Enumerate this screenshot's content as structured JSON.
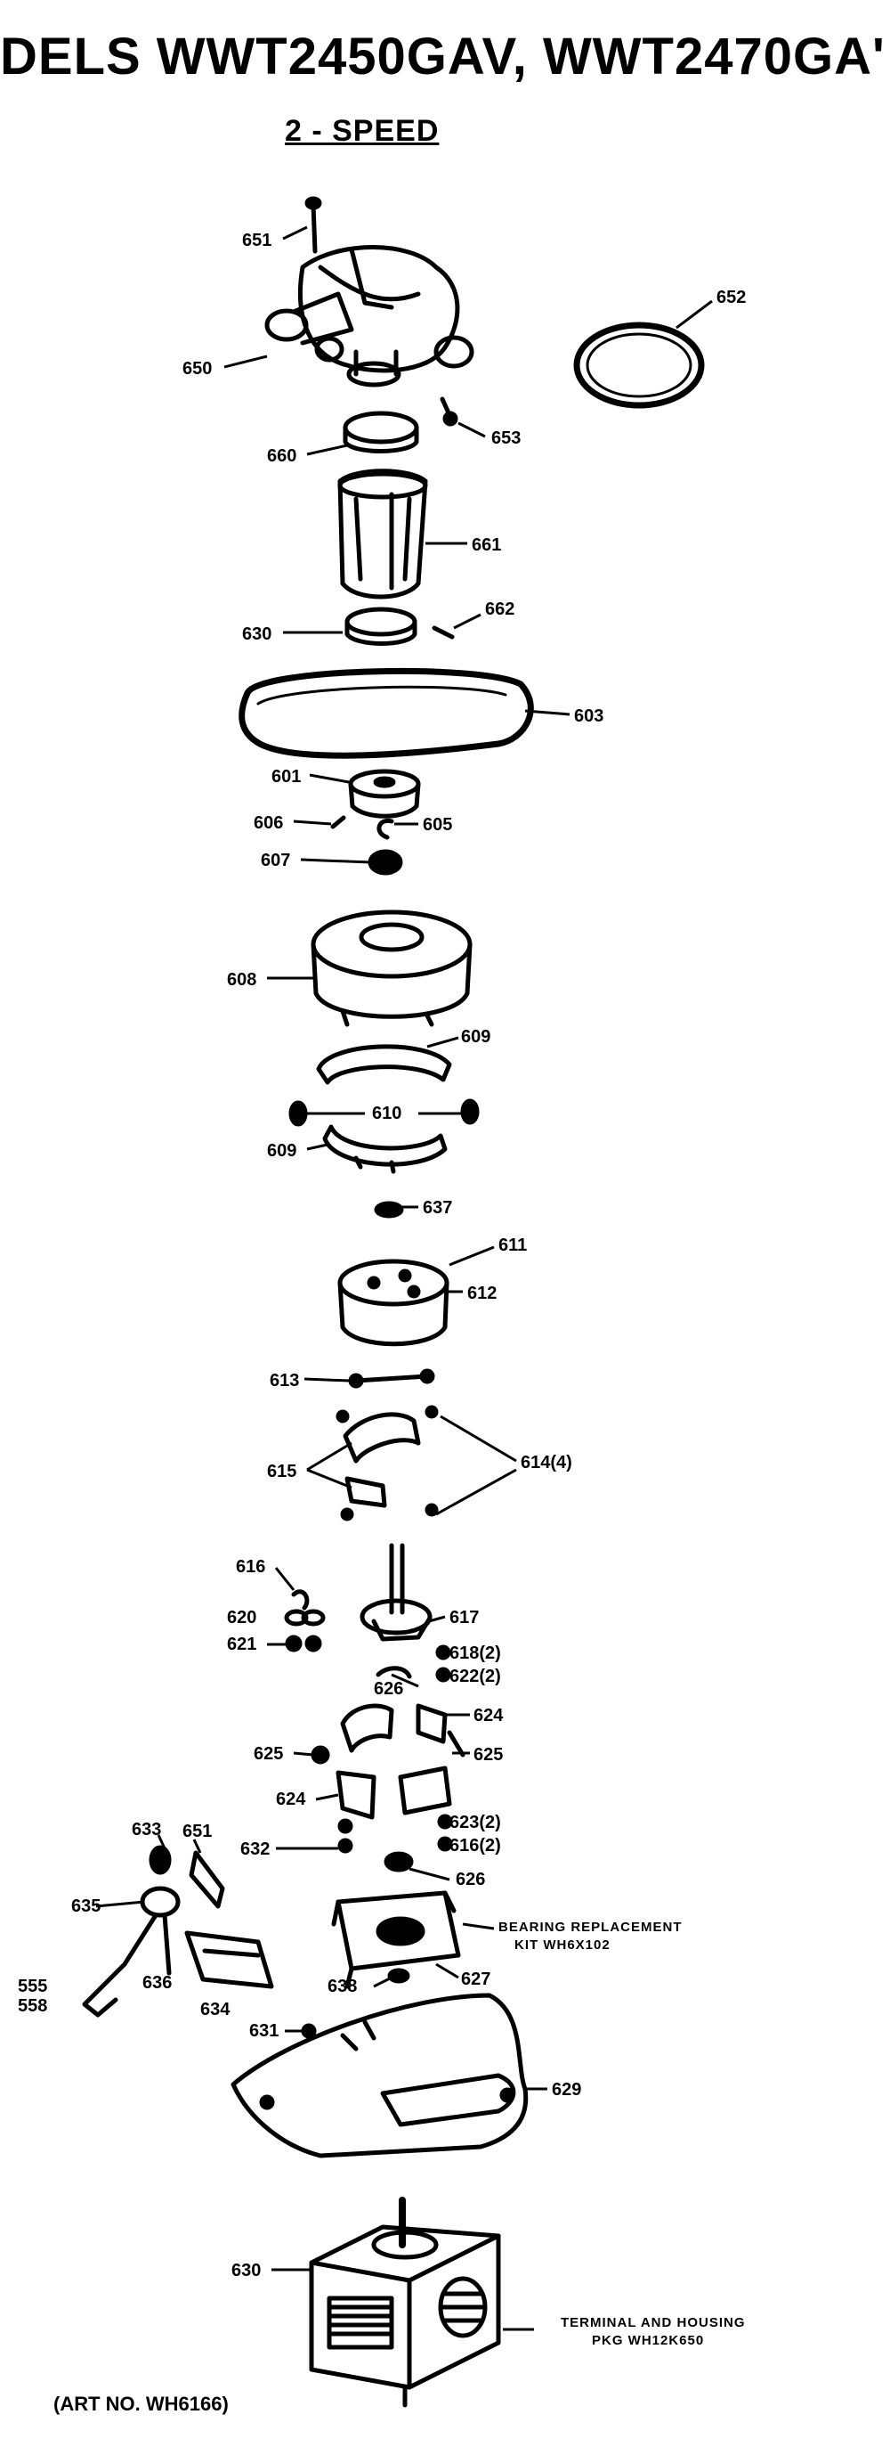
{
  "title": "DELS WWT2450GAV, WWT2470GA'",
  "subtitle": "2 - SPEED",
  "art_no": "(ART NO. WH6166)",
  "notes": {
    "bearing_line1": "BEARING REPLACEMENT",
    "bearing_line2": "KIT WH6X102",
    "terminal_line1": "TERMINAL AND HOUSING",
    "terminal_line2": "PKG WH12K650"
  },
  "callouts": {
    "c651": "651",
    "c650": "650",
    "c652": "652",
    "c653": "653",
    "c660a": "660",
    "c661": "661",
    "c660b": "630",
    "c662": "662",
    "c603": "603",
    "c604": "601",
    "c606": "606",
    "c605": "605",
    "c607": "607",
    "c608": "608",
    "c609": "609",
    "c610": "610",
    "c609b": "609",
    "c637": "637",
    "c611": "611",
    "c612": "612",
    "c613": "613",
    "c614": "614(4)",
    "c615": "615",
    "c616": "616",
    "c620": "620",
    "c621": "621",
    "c617": "617",
    "c618": "618(2)",
    "c622": "622(2)",
    "c626": "626",
    "c624a": "624",
    "c625a": "625",
    "c625b": "625",
    "c624b": "624",
    "c633": "633",
    "c651b": "651",
    "c632": "632",
    "c623": "623(2)",
    "c619": "616(2)",
    "c635": "635",
    "c636": "636",
    "c634": "634",
    "c555": "555",
    "c558": "558",
    "c626b": "626",
    "c638": "638",
    "c627": "627",
    "c631": "631",
    "c629": "629",
    "c630": "630"
  }
}
